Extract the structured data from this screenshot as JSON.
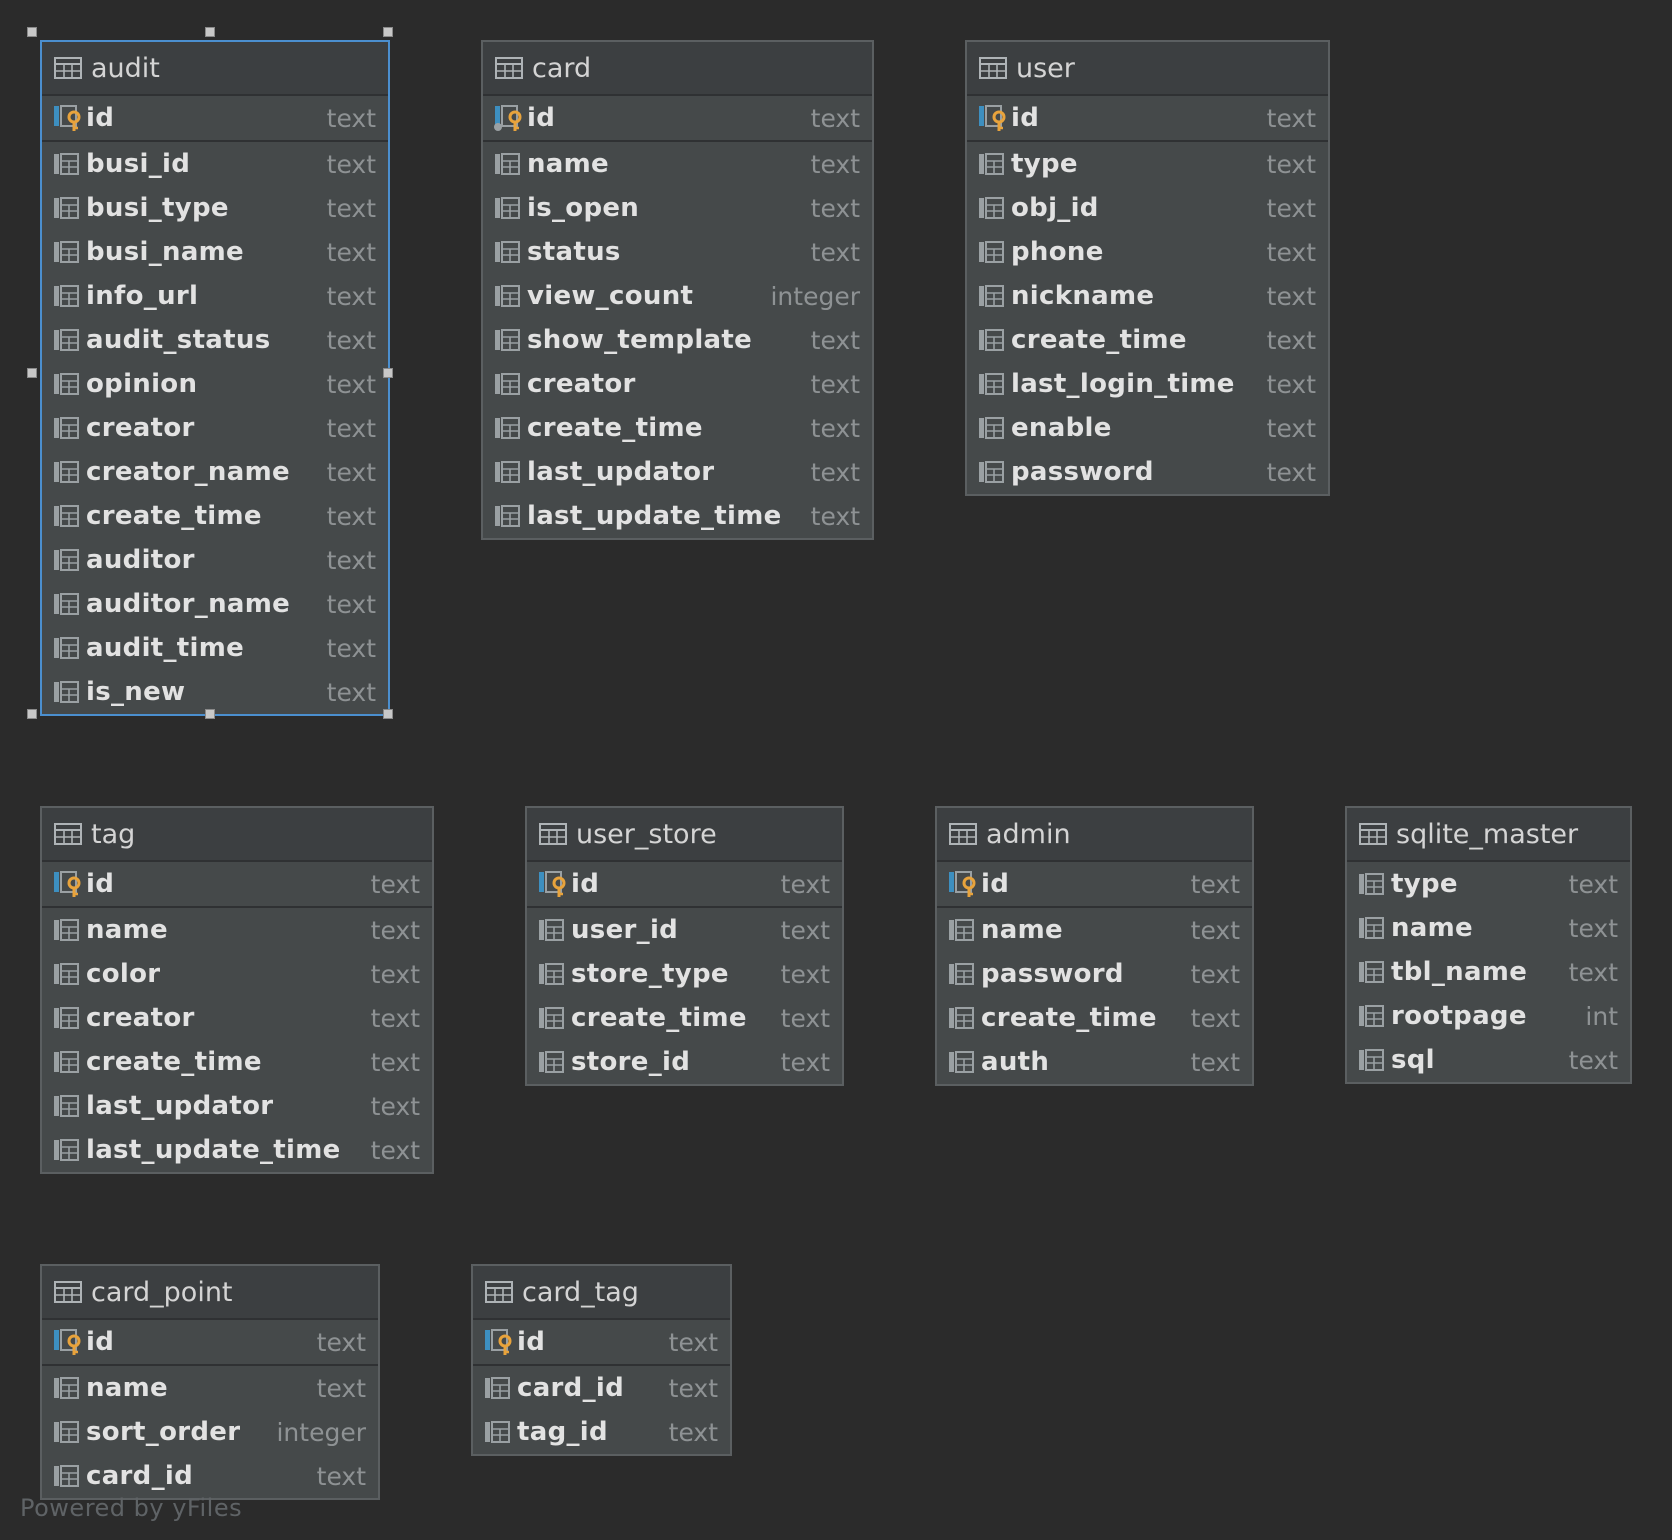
{
  "diagram": {
    "watermark": "Powered by yFiles",
    "selected_table": "audit",
    "colors": {
      "background": "#2b2b2b",
      "table_body": "#45494a",
      "table_header": "#3c3f41",
      "selection": "#4b8fcf",
      "key_icon": "#e8a33c",
      "pk_marker": "#3d8fc0"
    },
    "tables": [
      {
        "name": "audit",
        "columns": [
          {
            "name": "id",
            "type": "text",
            "pk": true
          },
          {
            "name": "busi_id",
            "type": "text"
          },
          {
            "name": "busi_type",
            "type": "text"
          },
          {
            "name": "busi_name",
            "type": "text"
          },
          {
            "name": "info_url",
            "type": "text"
          },
          {
            "name": "audit_status",
            "type": "text"
          },
          {
            "name": "opinion",
            "type": "text"
          },
          {
            "name": "creator",
            "type": "text"
          },
          {
            "name": "creator_name",
            "type": "text"
          },
          {
            "name": "create_time",
            "type": "text"
          },
          {
            "name": "auditor",
            "type": "text"
          },
          {
            "name": "auditor_name",
            "type": "text"
          },
          {
            "name": "audit_time",
            "type": "text"
          },
          {
            "name": "is_new",
            "type": "text"
          }
        ]
      },
      {
        "name": "card",
        "columns": [
          {
            "name": "id",
            "type": "text",
            "pk": true,
            "indexed": true
          },
          {
            "name": "name",
            "type": "text"
          },
          {
            "name": "is_open",
            "type": "text"
          },
          {
            "name": "status",
            "type": "text"
          },
          {
            "name": "view_count",
            "type": "integer"
          },
          {
            "name": "show_template",
            "type": "text"
          },
          {
            "name": "creator",
            "type": "text"
          },
          {
            "name": "create_time",
            "type": "text"
          },
          {
            "name": "last_updator",
            "type": "text"
          },
          {
            "name": "last_update_time",
            "type": "text"
          }
        ]
      },
      {
        "name": "user",
        "columns": [
          {
            "name": "id",
            "type": "text",
            "pk": true
          },
          {
            "name": "type",
            "type": "text"
          },
          {
            "name": "obj_id",
            "type": "text"
          },
          {
            "name": "phone",
            "type": "text"
          },
          {
            "name": "nickname",
            "type": "text"
          },
          {
            "name": "create_time",
            "type": "text"
          },
          {
            "name": "last_login_time",
            "type": "text"
          },
          {
            "name": "enable",
            "type": "text"
          },
          {
            "name": "password",
            "type": "text"
          }
        ]
      },
      {
        "name": "tag",
        "columns": [
          {
            "name": "id",
            "type": "text",
            "pk": true
          },
          {
            "name": "name",
            "type": "text"
          },
          {
            "name": "color",
            "type": "text"
          },
          {
            "name": "creator",
            "type": "text"
          },
          {
            "name": "create_time",
            "type": "text"
          },
          {
            "name": "last_updator",
            "type": "text"
          },
          {
            "name": "last_update_time",
            "type": "text"
          }
        ]
      },
      {
        "name": "user_store",
        "columns": [
          {
            "name": "id",
            "type": "text",
            "pk": true
          },
          {
            "name": "user_id",
            "type": "text"
          },
          {
            "name": "store_type",
            "type": "text"
          },
          {
            "name": "create_time",
            "type": "text"
          },
          {
            "name": "store_id",
            "type": "text"
          }
        ]
      },
      {
        "name": "admin",
        "columns": [
          {
            "name": "id",
            "type": "text",
            "pk": true
          },
          {
            "name": "name",
            "type": "text"
          },
          {
            "name": "password",
            "type": "text"
          },
          {
            "name": "create_time",
            "type": "text"
          },
          {
            "name": "auth",
            "type": "text"
          }
        ]
      },
      {
        "name": "sqlite_master",
        "columns": [
          {
            "name": "type",
            "type": "text"
          },
          {
            "name": "name",
            "type": "text"
          },
          {
            "name": "tbl_name",
            "type": "text"
          },
          {
            "name": "rootpage",
            "type": "int"
          },
          {
            "name": "sql",
            "type": "text"
          }
        ]
      },
      {
        "name": "card_point",
        "columns": [
          {
            "name": "id",
            "type": "text",
            "pk": true
          },
          {
            "name": "name",
            "type": "text"
          },
          {
            "name": "sort_order",
            "type": "integer"
          },
          {
            "name": "card_id",
            "type": "text"
          }
        ]
      },
      {
        "name": "card_tag",
        "columns": [
          {
            "name": "id",
            "type": "text",
            "pk": true
          },
          {
            "name": "card_id",
            "type": "text"
          },
          {
            "name": "tag_id",
            "type": "text"
          }
        ]
      }
    ]
  }
}
